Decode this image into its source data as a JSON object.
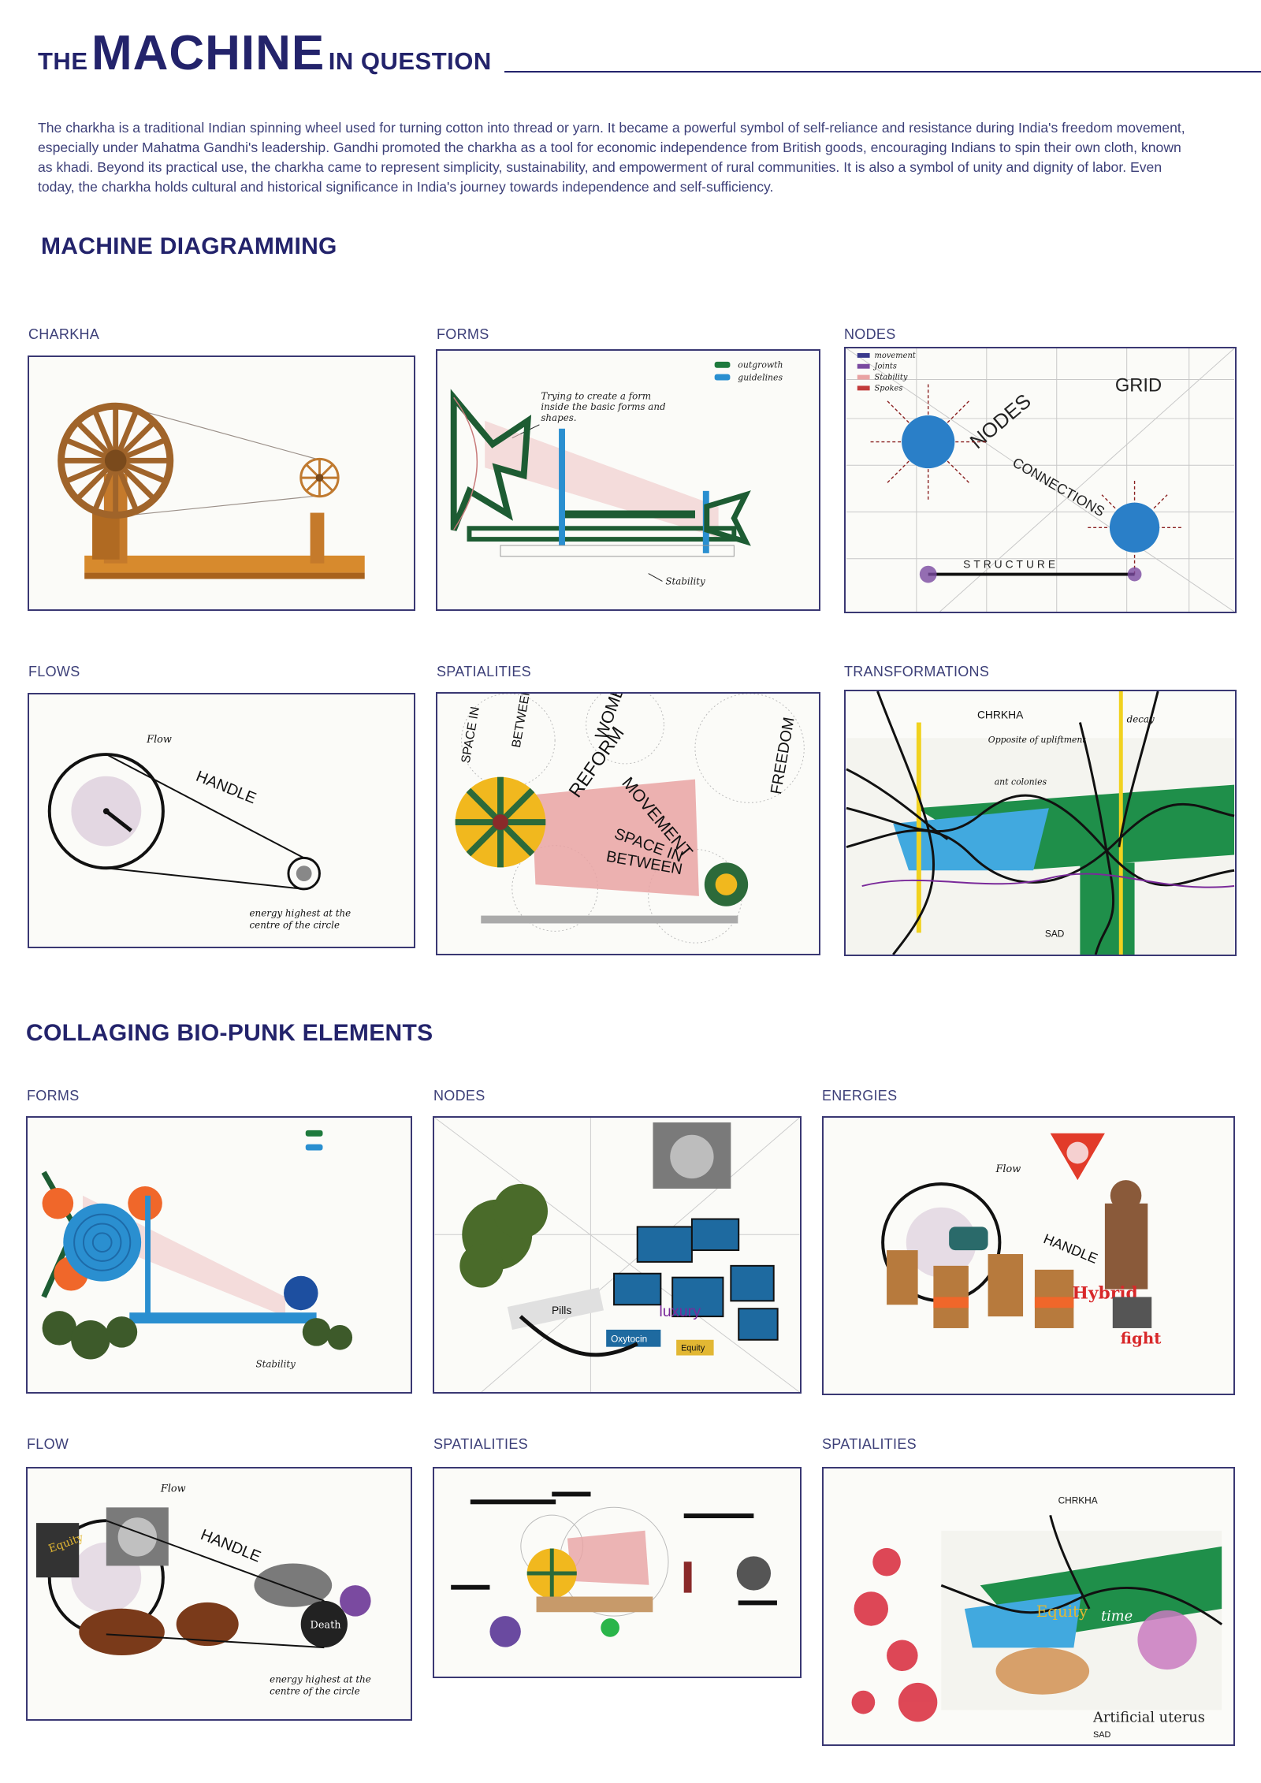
{
  "header": {
    "the": "THE",
    "machine": "MACHINE",
    "in_question": "IN QUESTION"
  },
  "intro": "The charkha is a traditional Indian spinning wheel used for turning cotton into thread or yarn. It became a powerful symbol of self-reliance and resistance during India's freedom movement, especially under Mahatma Gandhi's leadership. Gandhi promoted the charkha as a tool for economic independence from British goods, encouraging Indians to spin their own cloth, known as khadi. Beyond its practical use, the charkha came to represent simplicity, sustainability, and empowerment of rural communities. It is also a symbol of unity and dignity of labor. Even today, the charkha holds cultural and historical significance in India's journey towards independence and self-sufficiency.",
  "sections": {
    "diagramming": "MACHINE DIAGRAMMING",
    "collaging": "COLLAGING BIO-PUNK ELEMENTS"
  },
  "diagrams": {
    "charkha": {
      "caption": "CHARKHA"
    },
    "forms": {
      "caption": "FORMS",
      "legend": [
        "outgrowth",
        "guidelines"
      ],
      "note1": "Trying to create a form",
      "note2": "inside the basic forms and",
      "note3": "shapes.",
      "stability": "Stability"
    },
    "nodes": {
      "caption": "NODES",
      "legend": [
        "movement",
        "Joints",
        "Stability",
        "Spokes"
      ],
      "grid": "GRID",
      "nodes": "NODES",
      "connections": "CONNECTIONS",
      "structure": "STRUCTURE"
    },
    "flows": {
      "caption": "FLOWS",
      "flow": "Flow",
      "handle": "HANDLE",
      "energy1": "energy highest at the",
      "energy2": "centre of the circle"
    },
    "spatialities": {
      "caption": "SPATIALITIES",
      "women": "WOMEN",
      "reform": "REFORM",
      "movement": "MOVEMENT",
      "freedom": "FREEDOM",
      "space_in": "SPACE IN",
      "between": "BETWEEN"
    },
    "transformations": {
      "caption": "TRANSFORMATIONS",
      "title": "CHRKHA",
      "sub1": "decay",
      "sub2": "Opposite of upliftment",
      "colonies": "ant colonies",
      "sad": "SAD"
    }
  },
  "collages": {
    "forms": {
      "caption": "FORMS",
      "stability": "Stability"
    },
    "nodes": {
      "caption": "NODES",
      "pills": "Pills",
      "luxury": "luxury",
      "oxytocin": "Oxytocin",
      "equity": "Equity"
    },
    "energies": {
      "caption": "ENERGIES",
      "flow": "Flow",
      "handle": "HANDLE",
      "hybrid": "Hybrid",
      "fight": "fight"
    },
    "flow": {
      "caption": "FLOW",
      "flow": "Flow",
      "handle": "HANDLE",
      "equity": "Equity",
      "death": "Death"
    },
    "spatialities1": {
      "caption": "SPATIALITIES"
    },
    "spatialities2": {
      "caption": "SPATIALITIES",
      "equity": "Equity",
      "time": "time",
      "artificial_uterus": "Artificial uterus",
      "sad": "SAD"
    }
  },
  "colors": {
    "navy": "#23236b",
    "wood": "#a0642a",
    "green": "#1e7a3d",
    "blue": "#2a8fd0",
    "pink": "#e9a3a3"
  }
}
